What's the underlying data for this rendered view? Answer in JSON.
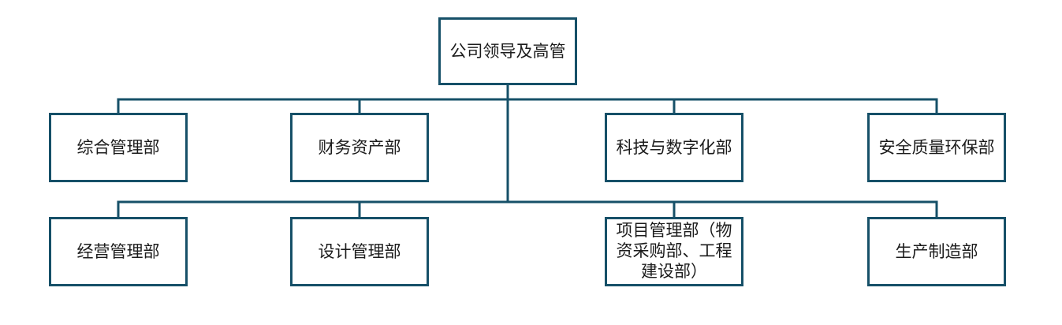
{
  "org_chart": {
    "root": {
      "label": "公司领导及高管"
    },
    "tier1": [
      {
        "label": "综合管理部"
      },
      {
        "label": "财务资产部"
      },
      {
        "label": "科技与数字化部"
      },
      {
        "label": "安全质量环保部"
      }
    ],
    "tier2": [
      {
        "label": "经营管理部"
      },
      {
        "label": "设计管理部"
      },
      {
        "label": "项目管理部（物\n资采购部、工程\n建设部）"
      },
      {
        "label": "生产制造部"
      }
    ],
    "colors": {
      "line": "#165068",
      "text": "#1c1c1c",
      "background": "#ffffff"
    }
  }
}
